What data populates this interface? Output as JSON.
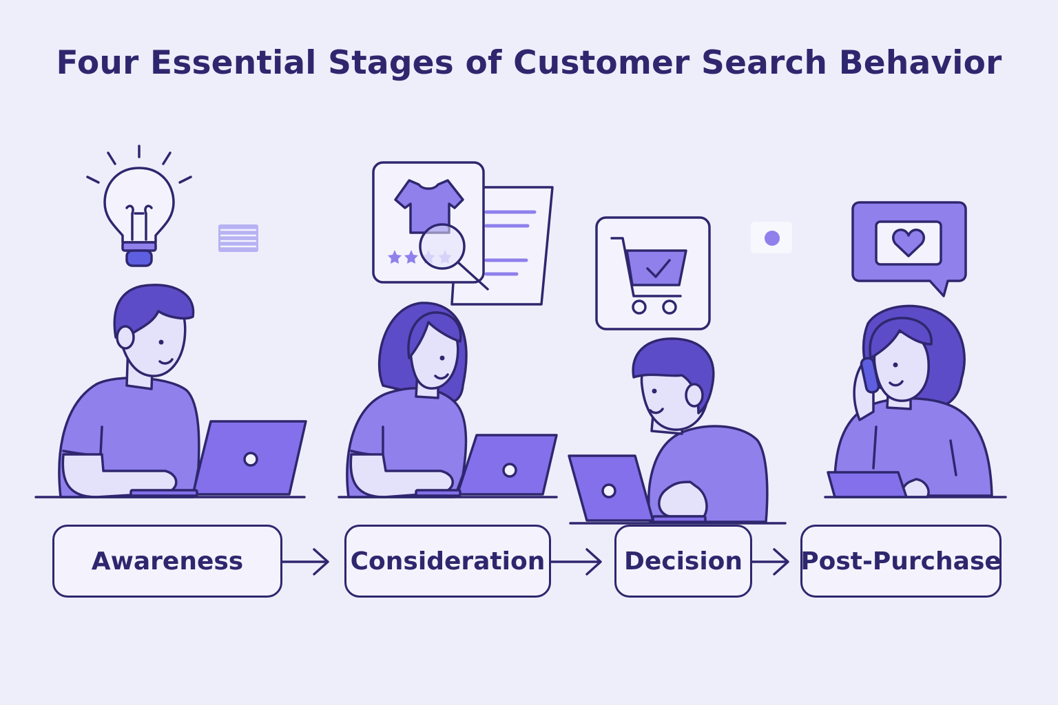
{
  "title": "Four Essential Stages of Customer Search Behavior",
  "stages": [
    {
      "label": "Awareness",
      "icon": "lightbulb-icon"
    },
    {
      "label": "Consideration",
      "icon": "product-search-icon"
    },
    {
      "label": "Decision",
      "icon": "shopping-cart-check-icon"
    },
    {
      "label": "Post-Purchase",
      "icon": "heart-message-icon"
    }
  ],
  "colors": {
    "background": "#eeeefb",
    "outline": "#2e276e",
    "primary": "#8f80ec",
    "skin": "#e4e1fb",
    "hair": "#5d4cc7"
  }
}
